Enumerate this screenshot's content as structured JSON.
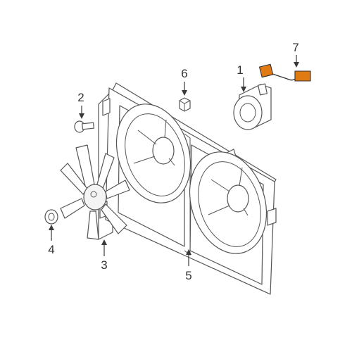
{
  "callouts": {
    "c1": "1",
    "c2": "2",
    "c3": "3",
    "c4": "4",
    "c5": "5",
    "c6": "6",
    "c7": "7"
  },
  "colors": {
    "highlight": "#e07b14",
    "line": "#555555"
  }
}
